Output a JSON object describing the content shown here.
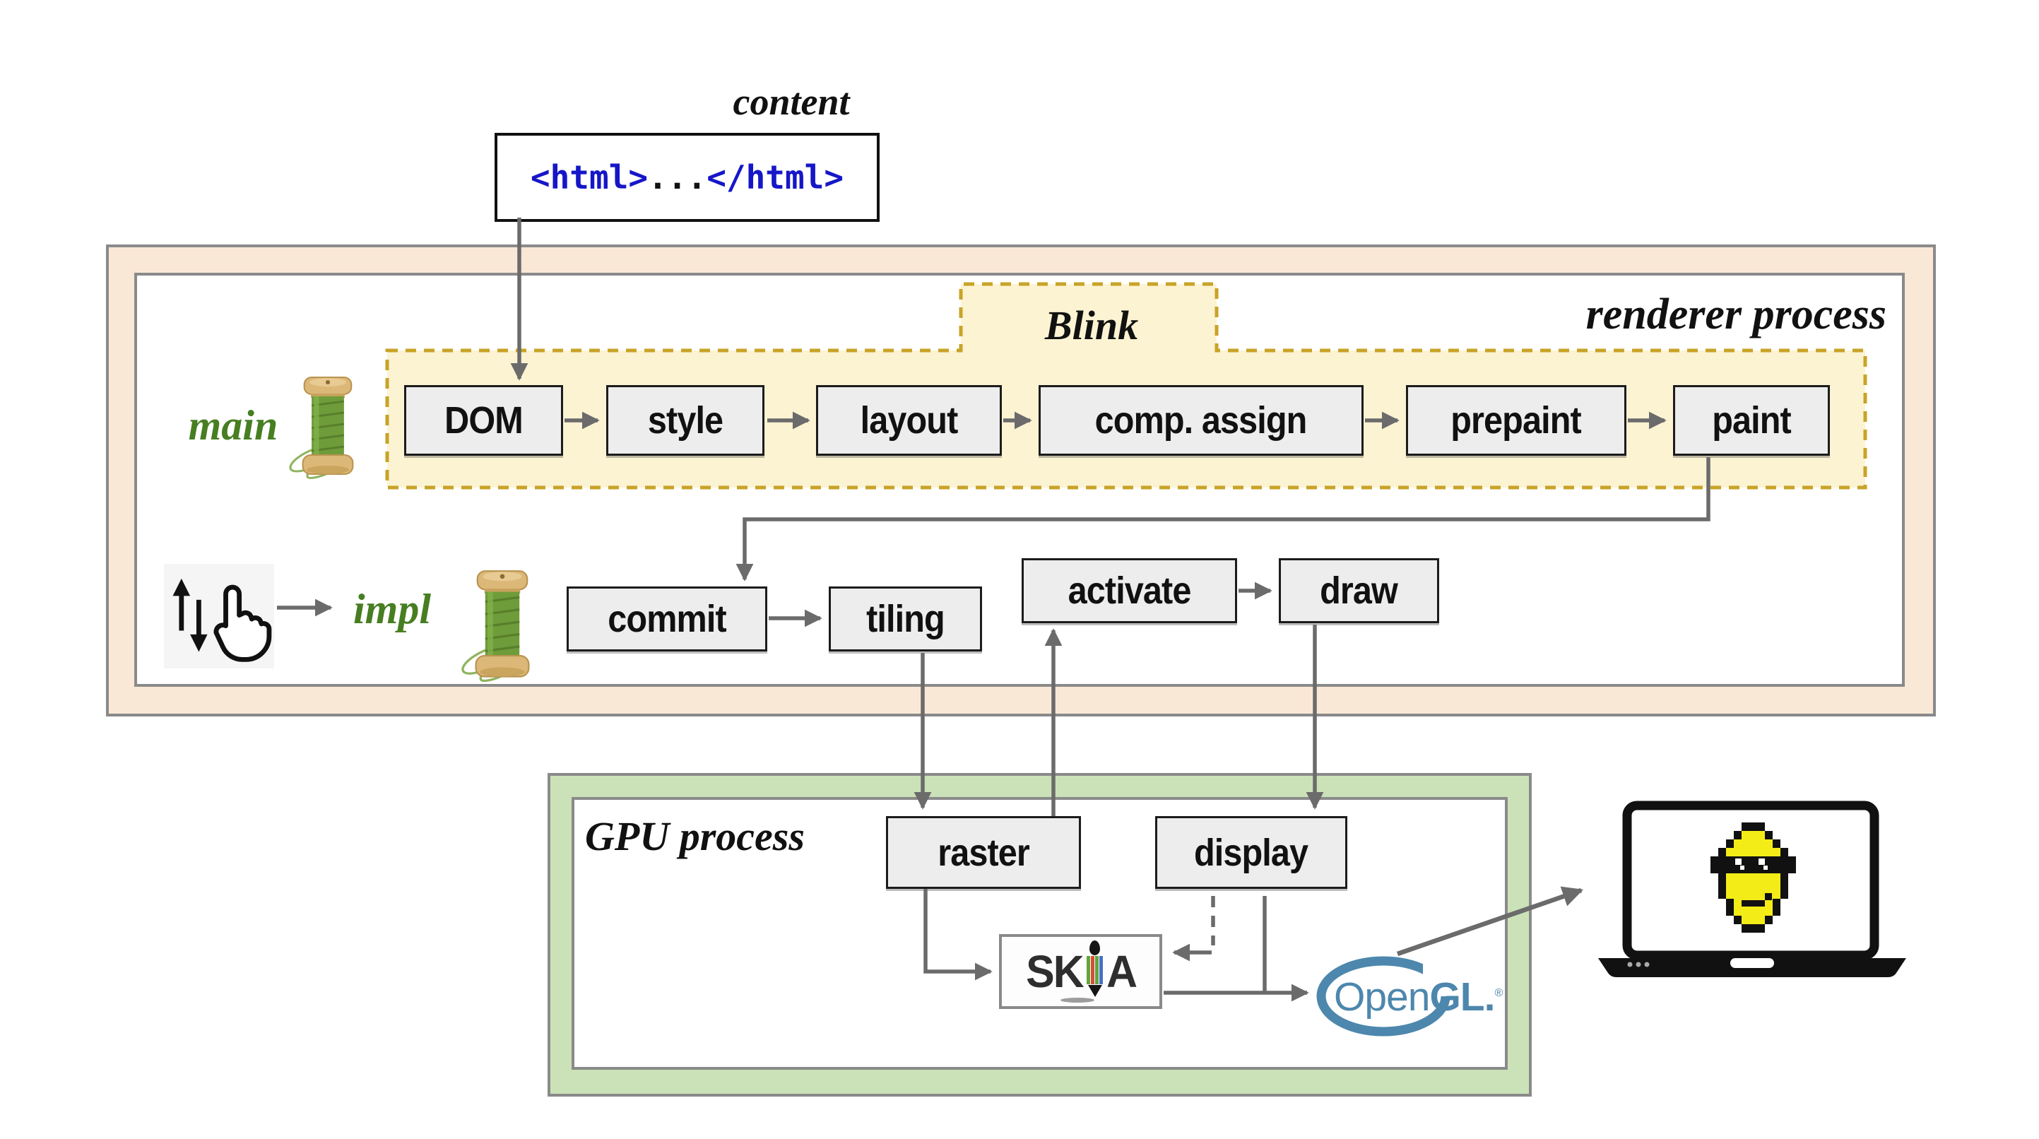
{
  "content_source": {
    "label": "content",
    "code_open": "<html>",
    "code_dots": "...",
    "code_close": "</html>"
  },
  "renderer_process": {
    "label": "renderer process",
    "blink": {
      "label": "Blink",
      "stages": [
        "DOM",
        "style",
        "layout",
        "comp. assign",
        "prepaint",
        "paint"
      ]
    },
    "main_thread": {
      "label": "main"
    },
    "impl_thread": {
      "label": "impl",
      "stages": [
        "commit",
        "tiling",
        "activate",
        "draw"
      ]
    },
    "input_icons": [
      "scroll-arrows-icon",
      "touch-hand-icon"
    ]
  },
  "gpu_process": {
    "label": "GPU process",
    "stages": [
      "raster",
      "display"
    ],
    "skia_logo": {
      "left": "SK",
      "right": "A"
    },
    "opengl_logo": {
      "open": "Open",
      "gl": "GL",
      "dot": ".",
      "reg": "®"
    }
  },
  "colors": {
    "arrow_gray": "#6b6b6b",
    "renderer_fill": "#fae8d6",
    "container_border": "#8a8a8a",
    "blink_fill": "#fcf3d2",
    "blink_border": "#c8a327",
    "stage_fill": "#ededed",
    "stage_border": "#1c1c1c",
    "gpu_band_fill": "#cbe2b8",
    "thread_green": "#477e22",
    "code_blue": "#1616c8",
    "opengl_blue": "#4d87ad",
    "smiley_yellow": "#f3ec17",
    "laptop_black": "#111111",
    "skia_stripe_1": "#5ea63c",
    "skia_stripe_2": "#d84c35",
    "skia_stripe_3": "#5ea63c",
    "skia_stripe_4": "#4a6fc4"
  }
}
